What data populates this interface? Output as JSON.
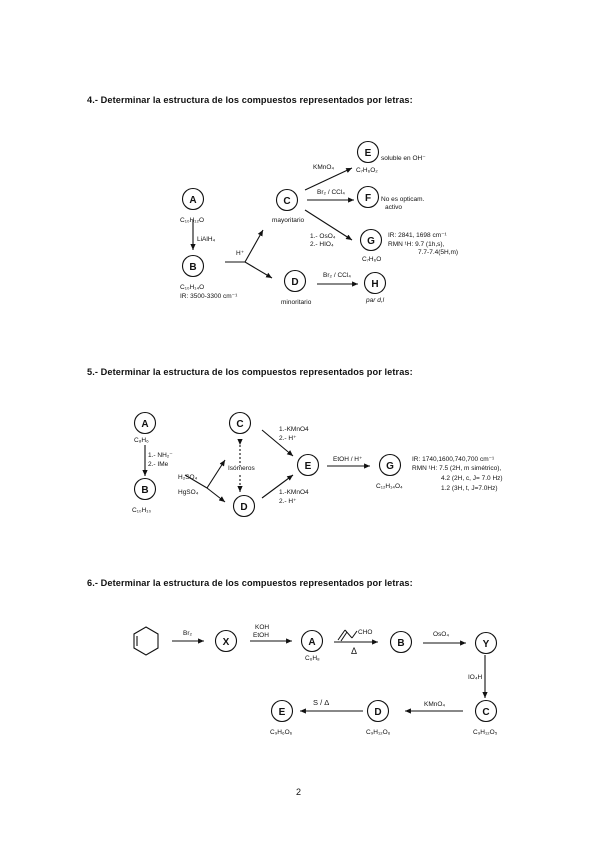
{
  "p4": {
    "heading": "4.- Determinar la estructura de los compuestos representados por letras:",
    "A": "A",
    "A_formula": "C₁₀H₁₂O",
    "B": "B",
    "B_formula": "C₁₀H₁₄O",
    "B_ir": "IR: 3500-3300 cm⁻¹",
    "reagent_AB": "LiAlH₄",
    "reagent_H": "H⁺",
    "C": "C",
    "C_note": "mayoritario",
    "D": "D",
    "D_note": "minoritario",
    "E": "E",
    "E_note": "soluble en OH⁻",
    "E_formula": "C₇H₆O₂",
    "reagent_CE": "KMnO₄",
    "F": "F",
    "F_note1": "No es opticam.",
    "F_note2": "activo",
    "reagent_CF": "Br₂ / CCl₄",
    "G": "G",
    "G_formula": "C₇H₆O",
    "reagent_CG1": "1.- OsO₄",
    "reagent_CG2": "2.- HIO₄",
    "G_ir": "IR: 2841, 1698 cm⁻¹",
    "G_rmn1": "RMN ¹H: 9.7 (1h,s),",
    "G_rmn2": "7.7-7.4(5H,m)",
    "H": "H",
    "H_note": "par d,l",
    "reagent_DH": "Br₂ / CCl₄"
  },
  "p5": {
    "heading": "5.- Determinar la estructura de los compuestos representados por letras:",
    "A": "A",
    "A_formula": "C₈H₆",
    "B": "B",
    "B_formula": "C₁₀H₁₀",
    "reagent_AB1": "1.- NH₂⁻",
    "reagent_AB2": "2.- IMe",
    "C": "C",
    "D": "D",
    "isomeros": "Isómeros",
    "reagent_BC": "H₂SO₄",
    "reagent_BD": "HgSO₄",
    "reagent_CE1": "1.-KMnO4",
    "reagent_CE2": "2.- H⁺",
    "reagent_DE1": "1.-KMnO4",
    "reagent_DE2": "2.- H⁺",
    "E": "E",
    "reagent_EG": "EtOH / H⁺",
    "G": "G",
    "G_formula": "C₁₂H₁₄O₄",
    "G_ir": "IR: 1740,1600,740,700 cm⁻¹",
    "G_rmn": "RMN ¹H: 7.5 (2H, m simétrico),",
    "G_rmn2": "4.2 (2H, c, J= 7.0 Hz)",
    "G_rmn3": "1.2 (3H, t, J=7.0Hz)"
  },
  "p6": {
    "heading": "6.- Determinar la estructura de los compuestos representados por letras:",
    "reagent_1": "Br₂",
    "X": "X",
    "reagent_2a": "KOH",
    "reagent_2b": "EtOH",
    "A": "A",
    "A_formula": "C₆H₈",
    "reagent_3": "CHO",
    "heat": "Δ",
    "B": "B",
    "reagent_4": "OsO₄",
    "Y": "Y",
    "reagent_5": "IO₄H",
    "C": "C",
    "C_formula": "C₉H₁₂O₅",
    "reagent_6": "KMnO₄",
    "D": "D",
    "D_formula": "C₉H₁₂O₆",
    "reagent_7": "S / Δ",
    "E": "E",
    "E_formula": "C₉H₆O₆"
  },
  "page_number": "2"
}
